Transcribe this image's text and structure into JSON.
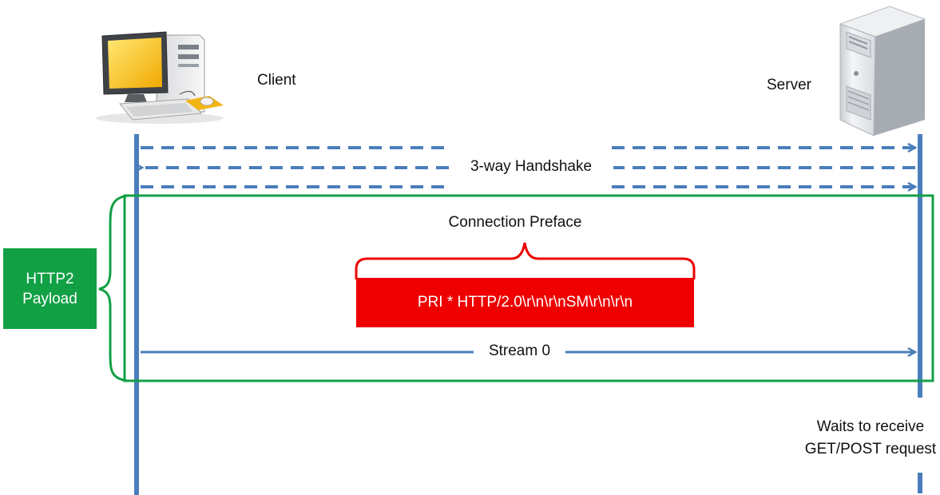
{
  "participants": {
    "client": "Client",
    "server": "Server"
  },
  "messages": {
    "handshake": "3-way Handshake",
    "stream": "Stream 0"
  },
  "preface": {
    "title": "Connection Preface",
    "value": "PRI * HTTP/2.0\\r\\n\\r\\nSM\\r\\n\\r\\n"
  },
  "payload": {
    "line1": "HTTP2",
    "line2": "Payload"
  },
  "server_note": {
    "line1": "Waits to receive",
    "line2": "GET/POST request"
  },
  "colors": {
    "lifeline": "#4a7ebb",
    "payload_frame": "#11a044",
    "preface_box": "#ee0000"
  },
  "icons": {
    "client": "desktop-computer-icon",
    "server": "tower-server-icon"
  }
}
